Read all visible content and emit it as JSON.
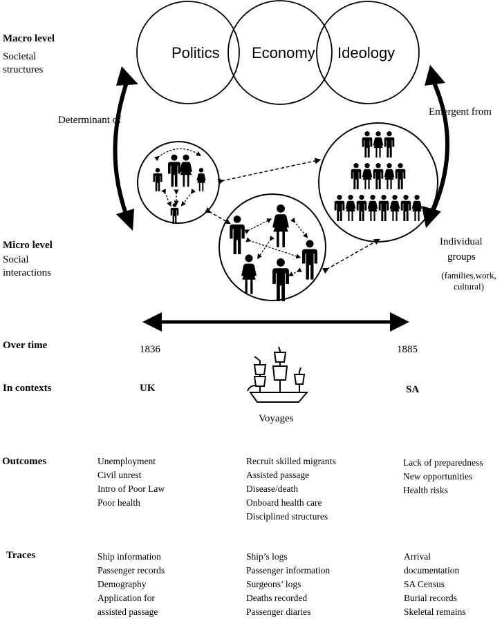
{
  "levels": {
    "macro_title": "Macro level",
    "macro_sub_1": "Societal",
    "macro_sub_2": "structures",
    "micro_title": "Micro level",
    "micro_sub_1": "Social",
    "micro_sub_2": "interactions"
  },
  "venn": {
    "politics": "Politics",
    "economy": "Economy",
    "ideology": "Ideology"
  },
  "arrows": {
    "determinant": "Determinant of",
    "emergent": "Emergent from"
  },
  "groups": {
    "line1": "Individual",
    "line2": "groups",
    "sub1": "(families,work,",
    "sub2": "cultural)"
  },
  "timeline": {
    "row_label": "Over time",
    "start_year": "1836",
    "end_year": "1885"
  },
  "contexts": {
    "row_label": "In contexts",
    "left": "UK",
    "right": "SA",
    "voyages": "Voyages"
  },
  "outcomes": {
    "row_label": "Outcomes",
    "uk": [
      "Unemployment",
      "Civil unrest",
      "Intro of Poor Law",
      "Poor health"
    ],
    "voyages": [
      "Recruit skilled migrants",
      "Assisted passage",
      "Disease/death",
      "Onboard health care",
      "Disciplined structures"
    ],
    "sa": [
      "Lack of preparedness",
      "New opportunities",
      "Health risks"
    ]
  },
  "traces": {
    "row_label": "Traces",
    "uk": [
      "Ship information",
      "Passenger records",
      "Demography",
      "Application for",
      "assisted passage"
    ],
    "voyages": [
      "Ship’s logs",
      "Passenger information",
      "Surgeons’ logs",
      "Deaths recorded",
      "Passenger diaries"
    ],
    "sa": [
      "Arrival",
      "documentation",
      "SA Census",
      "Burial records",
      "Skeletal remains"
    ]
  },
  "icons": {
    "family": "family-icon",
    "network": "people-network-icon",
    "crowd": "crowd-pyramid-icon",
    "ship": "ship-icon"
  }
}
